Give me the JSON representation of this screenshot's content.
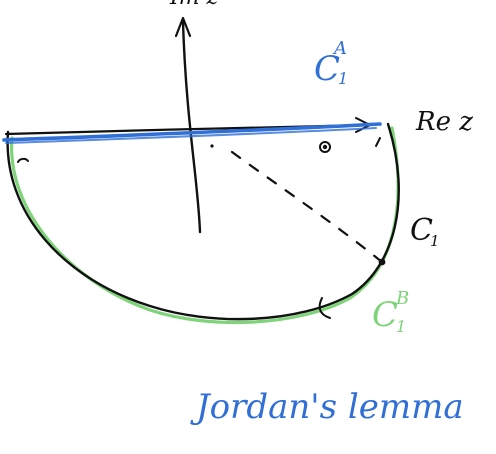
{
  "labels": {
    "top_axis": "Im z",
    "real_axis": "Re z",
    "ca": "C",
    "ca_sub": "1",
    "ca_sup": "A",
    "c1": "C",
    "c1_sub": "1",
    "cb": "C",
    "cb_sub": "1",
    "cb_sup": "B",
    "title": "Jordan's lemma"
  },
  "colors": {
    "ink": "#111111",
    "blue": "#2f6fd6",
    "green": "#7fd47a",
    "background": "#ffffff"
  }
}
